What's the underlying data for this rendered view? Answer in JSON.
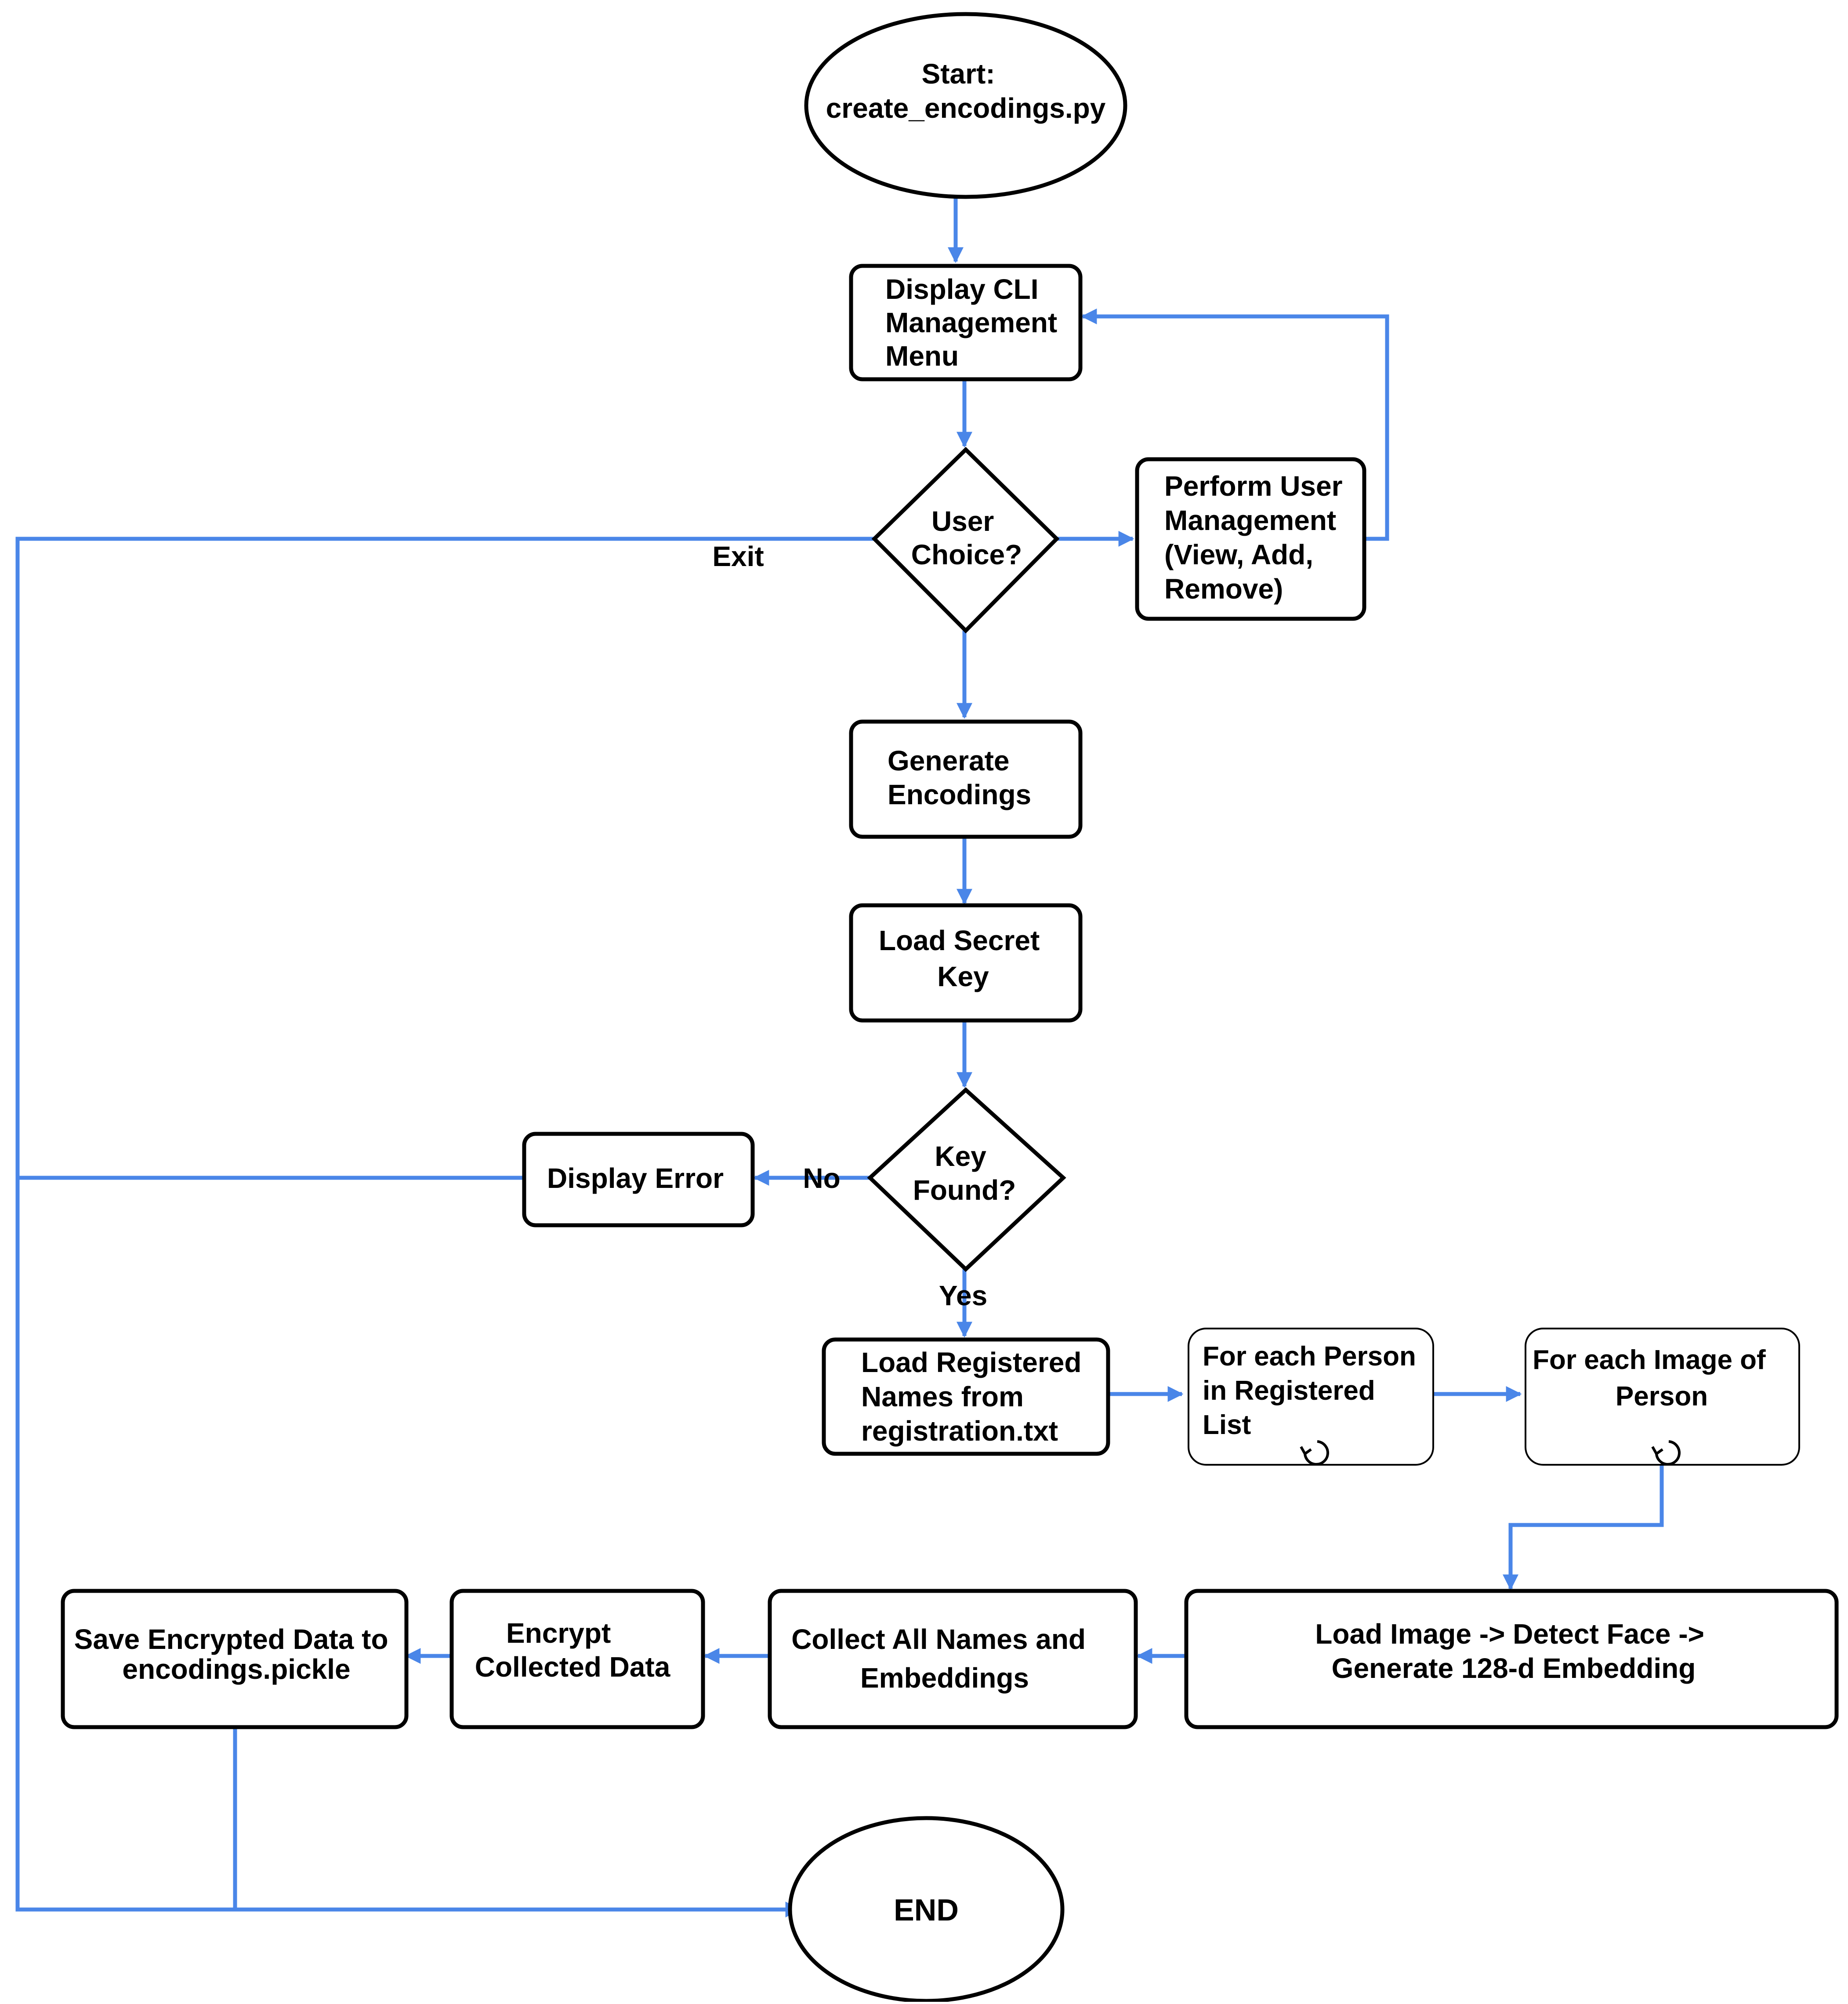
{
  "colors": {
    "connector": "#4a86e8",
    "node_border": "#000000",
    "node_fill": "#ffffff",
    "text": "#000000"
  },
  "nodes": {
    "start": {
      "lines": [
        "Start:",
        "create_encodings.py"
      ]
    },
    "display_menu": {
      "lines": [
        "Display CLI",
        "Management",
        "Menu"
      ]
    },
    "user_choice": {
      "lines": [
        "User",
        "Choice?"
      ]
    },
    "perform_mgmt": {
      "lines": [
        "Perform User",
        "Management",
        "(View, Add,",
        "Remove)"
      ]
    },
    "generate": {
      "lines": [
        "Generate",
        "Encodings"
      ]
    },
    "load_key": {
      "lines": [
        "Load Secret",
        "Key"
      ]
    },
    "key_found": {
      "lines": [
        "Key",
        "Found?"
      ]
    },
    "display_error": {
      "lines": [
        "Display Error"
      ]
    },
    "load_names": {
      "lines": [
        "Load Registered",
        "Names from",
        "registration.txt"
      ]
    },
    "each_person": {
      "lines": [
        "For each Person",
        "in Registered",
        "List"
      ]
    },
    "each_image": {
      "lines": [
        "For each Image of",
        "Person"
      ]
    },
    "load_image": {
      "lines": [
        "Load Image -> Detect Face ->",
        "Generate 128-d  Embedding"
      ]
    },
    "collect": {
      "lines": [
        "Collect All Names and",
        "Embeddings"
      ]
    },
    "encrypt": {
      "lines": [
        "Encrypt",
        "Collected Data"
      ]
    },
    "save": {
      "lines": [
        "Save Encrypted Data to",
        "encodings.pickle"
      ]
    },
    "end": {
      "lines": [
        "END"
      ]
    }
  },
  "edge_labels": {
    "exit": "Exit",
    "no": "No",
    "yes": "Yes"
  },
  "icons": {
    "loop_person": "loop-icon",
    "loop_image": "loop-icon"
  }
}
